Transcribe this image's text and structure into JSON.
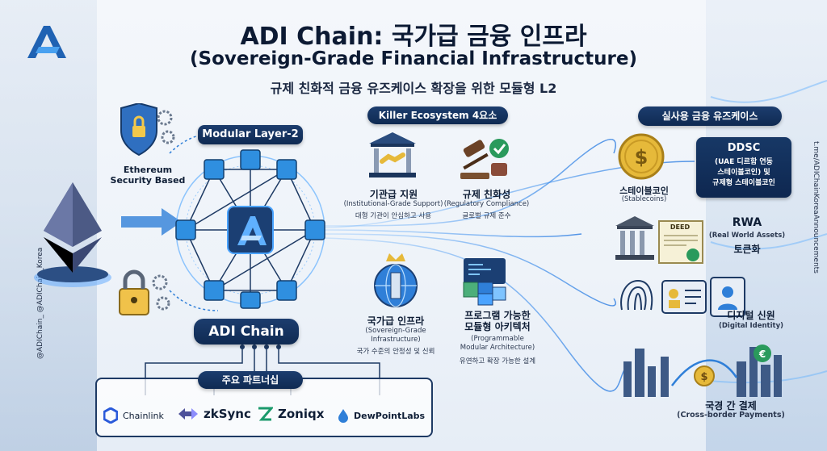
{
  "title": {
    "main": "ADI Chain: 국가급 금융 인프라",
    "english": "(Sovereign-Grade Financial Infrastructure)",
    "subtitle": "규제 친화적 금융 유즈케이스 확장을 위한 모듈형 L2"
  },
  "left": {
    "security_label": "Ethereum\nSecurity Based",
    "security_line1": "Ethereum",
    "security_line2": "Security Based",
    "handle_vertical": "@ADIChain_     @ADIChain_Korea"
  },
  "center": {
    "modular_label": "Modular Layer-2",
    "chain_label": "ADI Chain",
    "partnerships_label": "주요 파트너십"
  },
  "killer": {
    "header": "Killer Ecosystem 4요소",
    "items": [
      {
        "title": "기관급 지원",
        "en": "(Institutional-Grade Support)",
        "desc": "대형 기관이 안심하고 사용"
      },
      {
        "title": "규제 친화성",
        "en": "(Regulatory Compliance)",
        "desc": "글로벌 규제 준수"
      },
      {
        "title": "국가급 인프라",
        "en": "(Sovereign-Grade",
        "en2": "Infrastructure)",
        "desc": "국가 수준의 안정성 및 신뢰"
      },
      {
        "title": "프로그램 가능한",
        "title2": "모듈형 아키텍처",
        "en": "(Programmable",
        "en2": "Modular Architecture)",
        "desc": "유연하고 확장 가능한 설계"
      }
    ]
  },
  "usecases": {
    "header": "실사용 금융 유즈케이스",
    "stablecoin": {
      "title": "스테이블코인",
      "en": "(Stablecoins)"
    },
    "ddsc": {
      "title": "DDSC",
      "line1": "(UAE 디르함 연동",
      "line2": "스테이블코인) 및",
      "line3": "규제형 스테이블코인"
    },
    "rwa": {
      "title": "RWA",
      "en": "(Real World Assets)",
      "sub": "토큰화"
    },
    "deed": "DEED",
    "identity": {
      "title": "디지털 신원",
      "en": "(Digital Identity)"
    },
    "payments": {
      "title": "국경 간 결제",
      "en": "(Cross-border Payments)"
    }
  },
  "partners": [
    "Chainlink",
    "zkSync",
    "Zoniqx",
    "DewPointLabs"
  ],
  "right_handle": "t.me/ADIChainKoreaAnnouncements",
  "colors": {
    "navy": "#0f2a52",
    "accent_blue": "#2f7fd8",
    "gold": "#e6b93a"
  }
}
